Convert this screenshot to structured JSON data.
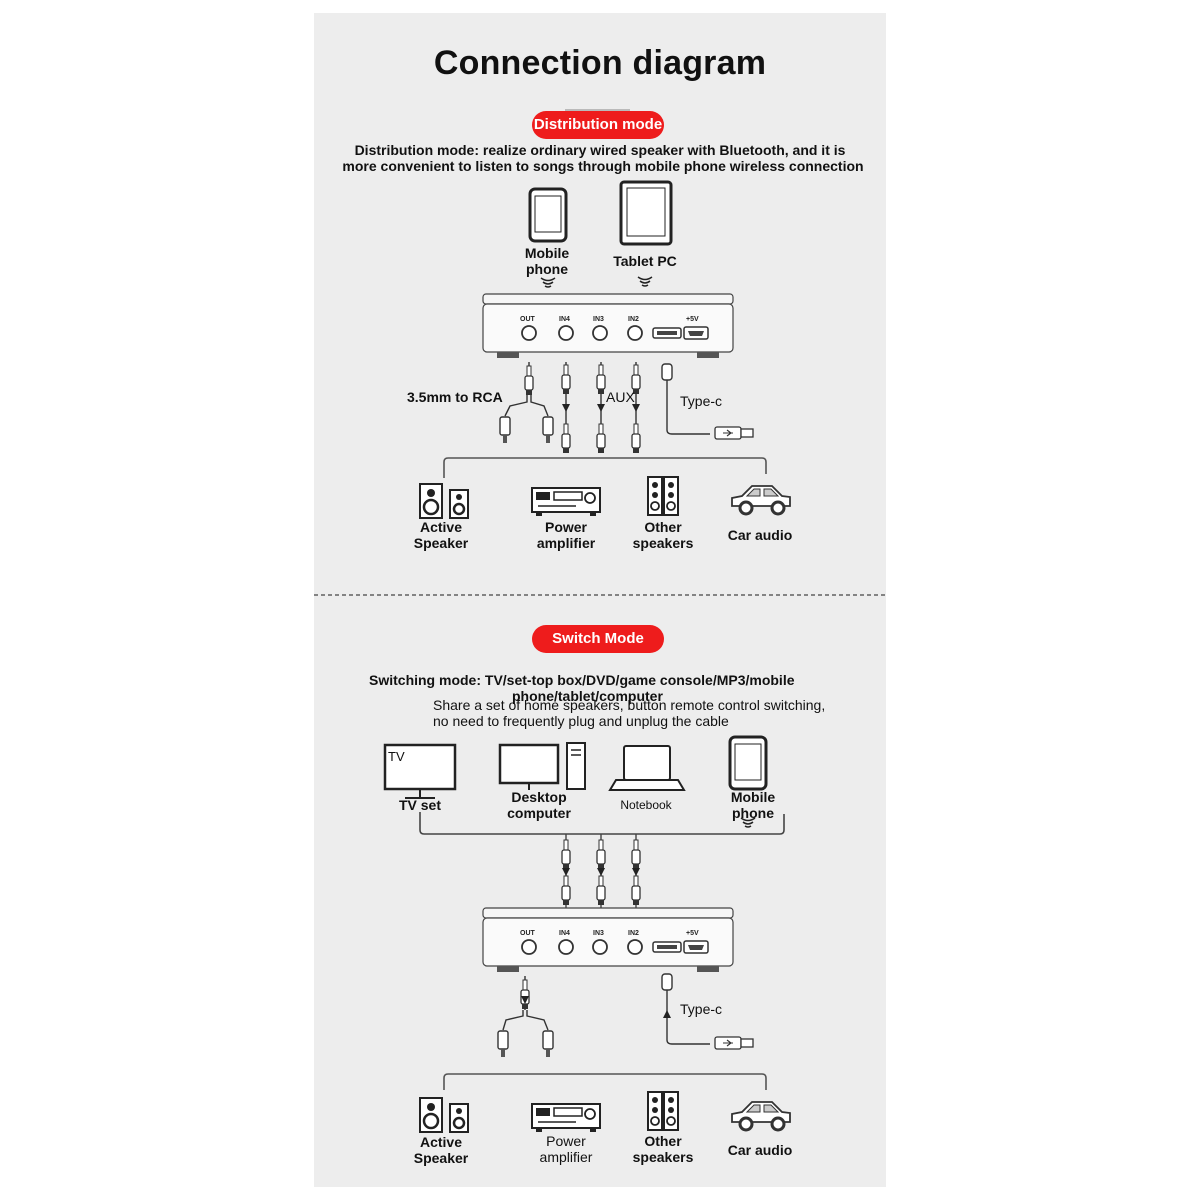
{
  "title": "Connection diagram",
  "distribution": {
    "badge": "Distribution mode",
    "desc_line1": "Distribution mode: realize ordinary wired speaker with Bluetooth, and it is",
    "desc_line2": "more convenient to listen to songs through mobile phone wireless connection",
    "sources": {
      "mobile_line1": "Mobile",
      "mobile_line2": "phone",
      "tablet": "Tablet PC"
    },
    "cable_labels": {
      "rca": "3.5mm to RCA",
      "aux": "AUX",
      "typec": "Type-c"
    },
    "outputs": {
      "active_1": "Active",
      "active_2": "Speaker",
      "power_1": "Power",
      "power_2": "amplifier",
      "other_1": "Other",
      "other_2": "speakers",
      "car": "Car audio"
    }
  },
  "switch": {
    "badge": "Switch Mode",
    "desc_line1": "Switching mode: TV/set-top box/DVD/game console/MP3/mobile",
    "desc_line2": "phone/tablet/computer",
    "desc_line3": "Share a set of home speakers, button remote control switching,",
    "desc_line4": "no need to frequently plug and unplug the cable",
    "sources": {
      "tv_screen": "TV",
      "tv": "TV set",
      "desktop_1": "Desktop",
      "desktop_2": "computer",
      "notebook": "Notebook",
      "mobile_1": "Mobile",
      "mobile_2": "phone"
    },
    "cable_labels": {
      "typec": "Type-c"
    },
    "outputs": {
      "active_1": "Active",
      "active_2": "Speaker",
      "power_1": "Power",
      "power_2": "amplifier",
      "other_1": "Other",
      "other_2": "speakers",
      "car": "Car audio"
    }
  },
  "device_ports": {
    "out": "OUT",
    "in4": "IN4",
    "in3": "IN3",
    "in2": "IN2",
    "pwr": "+5V"
  },
  "colors": {
    "badge": "#ee1c1c",
    "panel": "#ededed",
    "ink": "#111111"
  }
}
